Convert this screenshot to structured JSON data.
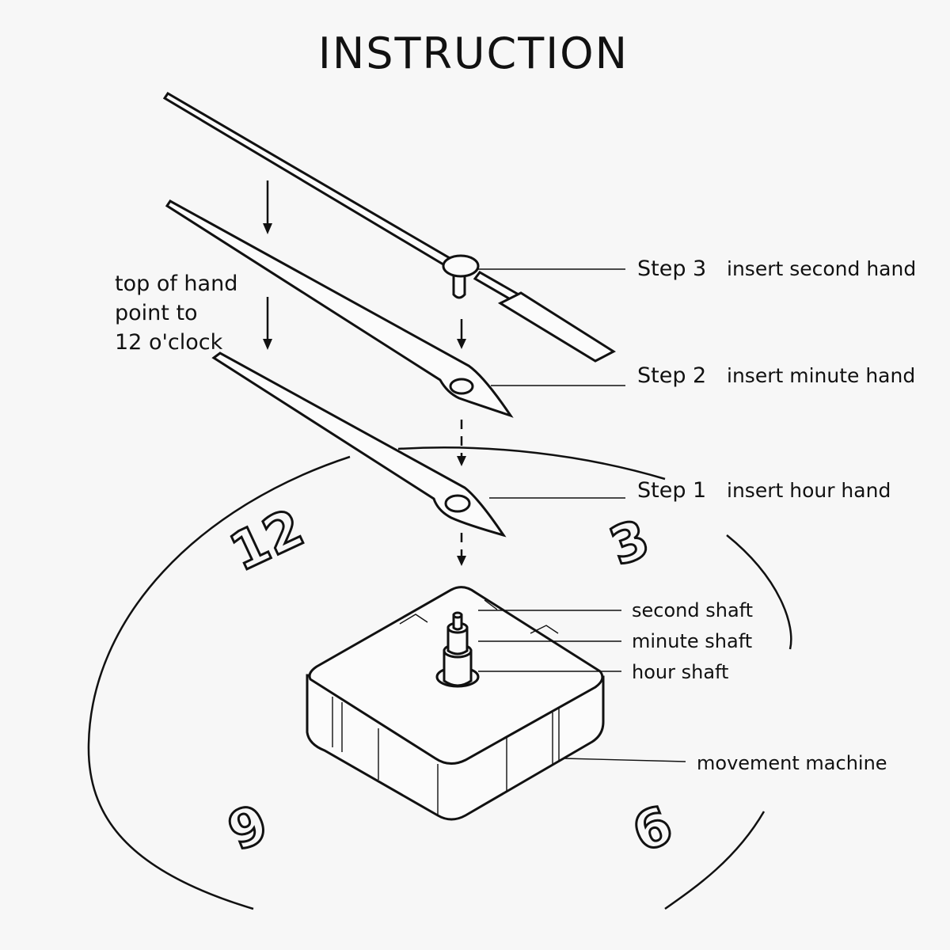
{
  "title": "INSTRUCTION",
  "note": {
    "line1": "top of hand",
    "line2": "point to",
    "line3": "12 o'clock"
  },
  "steps": [
    {
      "step": "Step 3",
      "text": "insert second hand"
    },
    {
      "step": "Step 2",
      "text": "insert minute hand"
    },
    {
      "step": "Step 1",
      "text": "insert hour hand"
    }
  ],
  "parts": {
    "second_shaft": "second shaft",
    "minute_shaft": "minute shaft",
    "hour_shaft": "hour shaft",
    "movement": "movement machine"
  },
  "dial_numbers": {
    "n12": "12",
    "n3": "3",
    "n9": "9",
    "n6": "6"
  }
}
